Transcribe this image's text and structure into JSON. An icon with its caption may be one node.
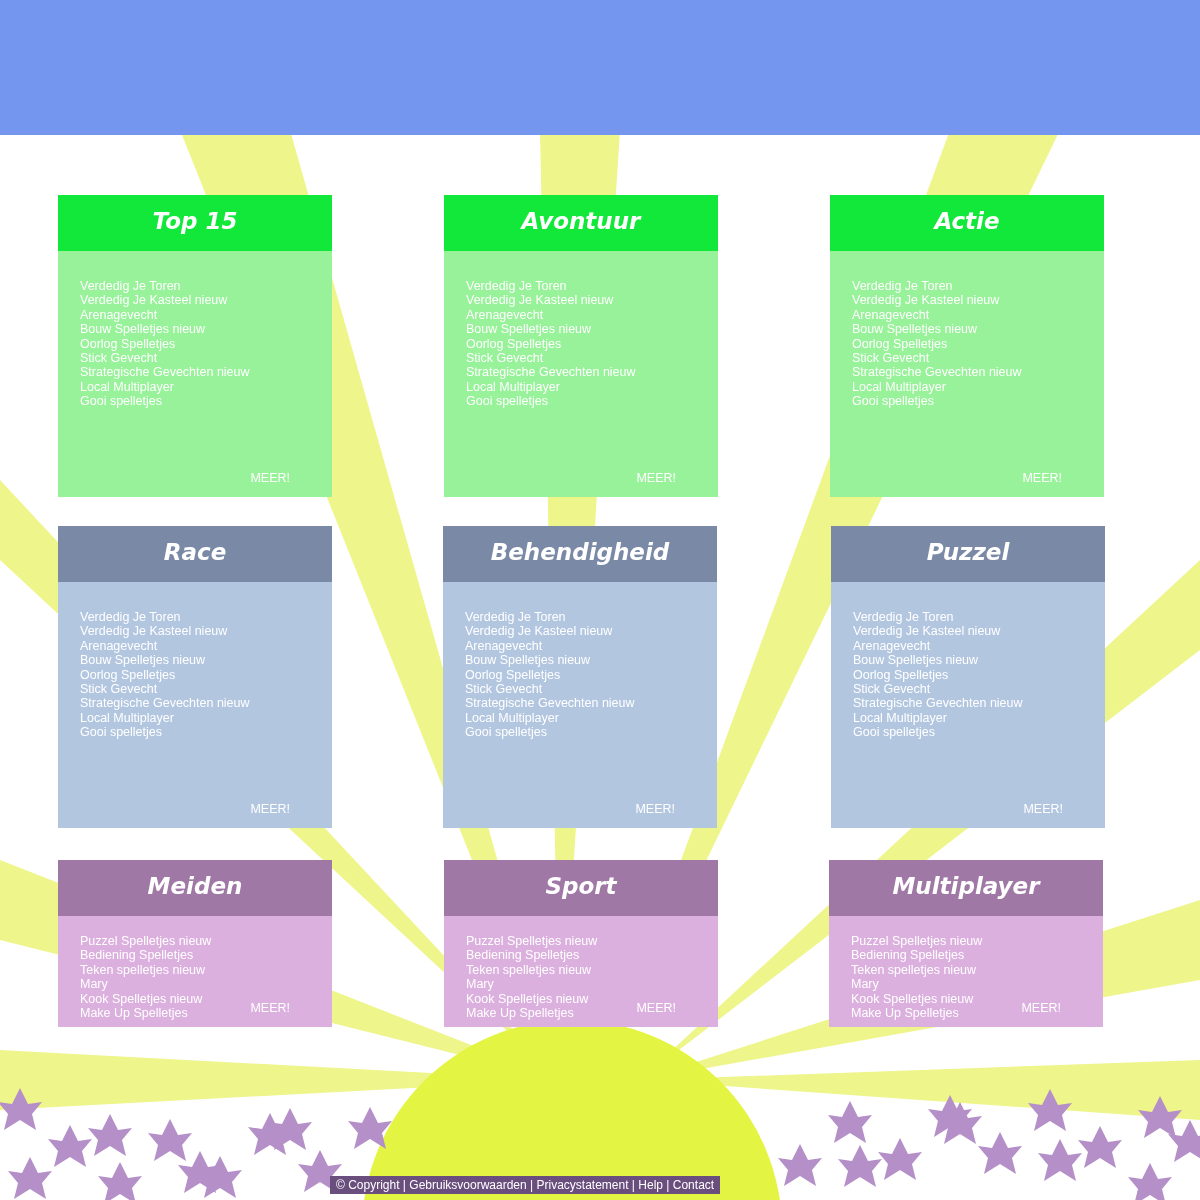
{
  "diagram": {
    "nodes": [
      {
        "text": [
          "Top 15",
          "Verdedig Je Toren",
          "Verdedig Je Kasteel nieuw",
          "Arenagevecht",
          "Bouw Spelletjes nieuw",
          "Oorlog Spelletjes",
          "Stick Gevecht",
          "Strategische Gevechten nieuw",
          "Local Multiplayer",
          "Gooi spelletjes",
          "MEER!"
        ]
      },
      {
        "text": [
          "Avontuur",
          "Verdedig Je Toren",
          "Verdedig Je Kasteel nieuw",
          "Arenagevecht",
          "Bouw Spelletjes nieuw",
          "Oorlog Spelletjes",
          "Stick Gevecht",
          "Strategische Gevechten nieuw",
          "Local Multiplayer",
          "Gooi spelletjes",
          "MEER!"
        ]
      },
      {
        "text": [
          "Actie",
          "Verdedig Je Toren",
          "Verdedig Je Kasteel nieuw",
          "Arenagevecht",
          "Bouw Spelletjes nieuw",
          "Oorlog Spelletjes",
          "Stick Gevecht",
          "Strategische Gevechten nieuw",
          "Local Multiplayer",
          "Gooi spelletjes",
          "MEER!"
        ]
      },
      {
        "text": [
          "Race",
          "Verdedig Je Toren",
          "Verdedig Je Kasteel nieuw",
          "Arenagevecht",
          "Bouw Spelletjes nieuw",
          "Oorlog Spelletjes",
          "Stick Gevecht",
          "Strategische Gevechten nieuw",
          "Local Multiplayer",
          "Gooi spelletjes",
          "MEER!"
        ]
      },
      {
        "text": [
          "Behendigheid",
          "Verdedig Je Toren",
          "Verdedig Je Kasteel nieuw",
          "Arenagevecht",
          "Bouw Spelletjes nieuw",
          "Oorlog Spelletjes",
          "Stick Gevecht",
          "Strategische Gevechten nieuw",
          "Local Multiplayer",
          "Gooi spelletjes",
          "MEER!"
        ]
      },
      {
        "text": [
          "Puzzel",
          "Verdedig Je Toren",
          "Verdedig Je Kasteel nieuw",
          "Arenagevecht",
          "Bouw Spelletjes nieuw",
          "Oorlog Spelletjes",
          "Stick Gevecht",
          "Strategische Gevechten nieuw",
          "Local Multiplayer",
          "Gooi spelletjes",
          "MEER!"
        ]
      },
      {
        "text": [
          "Meiden",
          "Puzzel Spelletjes nieuw",
          "Bediening Spelletjes",
          "Teken spelletjes nieuw",
          "Mary",
          "Kook Spelletjes nieuw",
          "Make Up Spelletjes",
          "MEER!"
        ]
      },
      {
        "text": [
          "Sport",
          "Puzzel Spelletjes nieuw",
          "Bediening Spelletjes",
          "Teken spelletjes nieuw",
          "Mary",
          "Kook Spelletjes nieuw",
          "Make Up Spelletjes",
          "MEER!"
        ]
      },
      {
        "text": [
          "Multiplayer",
          "Puzzel Spelletjes nieuw",
          "Bediening Spelletjes",
          "Teken spelletjes nieuw",
          "Mary",
          "Kook Spelletjes nieuw",
          "Make Up Spelletjes",
          "MEER!"
        ]
      }
    ],
    "labels": [
      "© Copyright | Gebruiksvoorwaarden | Privacystatement | Help | Contact"
    ]
  }
}
